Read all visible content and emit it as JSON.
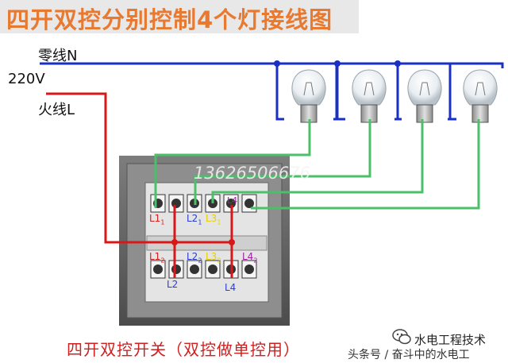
{
  "title": "四开双控分别控制4个灯接线图",
  "labels": {
    "neutral": "零线N",
    "voltage": "220V",
    "live": "火线L"
  },
  "watermark_text": "13626506676",
  "caption": "四开双控开关（双控做单控用）",
  "brand": "水电工程技术",
  "source": "头条号 / 奋斗中的水电工",
  "terminals_top": [
    {
      "text": "L1",
      "sub": "1",
      "color": "#d02020"
    },
    {
      "text": "L2",
      "sub": "1",
      "color": "#2b3fcf"
    },
    {
      "text": "L3",
      "sub": "1",
      "color": "#e8d000"
    },
    {
      "text": "L4",
      "sub": "",
      "color": "#a020a0"
    }
  ],
  "terminals_bottom": [
    {
      "text": "L1",
      "sub": "2",
      "color": "#d02020"
    },
    {
      "text": "L2",
      "sub": "2",
      "color": "#2b3fcf"
    },
    {
      "text": "L3",
      "sub": "2",
      "color": "#e8d000"
    },
    {
      "text": "L4",
      "sub": "2",
      "color": "#a020a0"
    }
  ],
  "terminals_common": [
    {
      "text": "L2",
      "color": "#2b3fcf"
    },
    {
      "text": "L4",
      "color": "#2b3fcf"
    }
  ],
  "colors": {
    "neutral_wire": "#1a2fc4",
    "live_wire": "#d81818",
    "switched_wire": "#4cbf6a",
    "title": "#e8792f",
    "caption": "#d02020"
  },
  "lamp_count": 4
}
